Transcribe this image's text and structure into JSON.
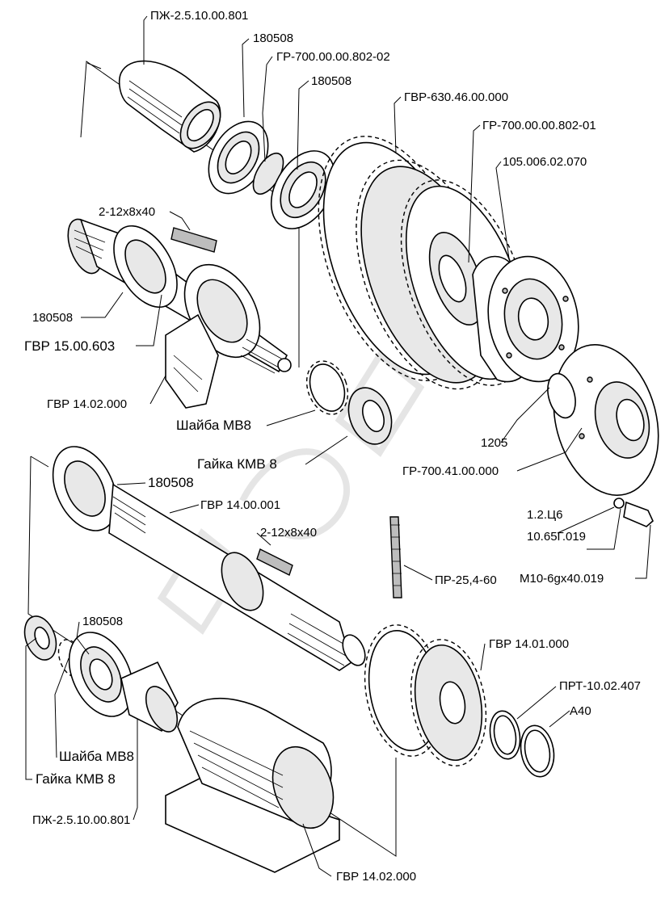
{
  "labels": {
    "l01": "ПЖ-2.5.10.00.801",
    "l02": "180508",
    "l03": "ГР-700.00.00.802-02",
    "l04": "180508",
    "l05": "ГВР-630.46.00.000",
    "l06": "ГР-700.00.00.802-01",
    "l07": "105.006.02.070",
    "l08": "2-12x8x40",
    "l09": "180508",
    "l10": "ГВР 15.00.603",
    "l11": "ГВР 14.02.000",
    "l12": "Шайба МВ8",
    "l13": "Гайка КМВ 8",
    "l14": "1205",
    "l15": "ГР-700.41.00.000",
    "l16": "180508",
    "l17": "ГВР 14.00.001",
    "l18": "2-12x8x40",
    "l19": "1.2.Ц6",
    "l20": "10.65Г.019",
    "l21": "ПР-25,4-60",
    "l22": "М10-6gx40.019",
    "l23": "180508",
    "l24": "ГВР 14.01.000",
    "l25": "ПРТ-10.02.407",
    "l26": "А40",
    "l27": "Шайба МВ8",
    "l28": "Гайка КМВ 8",
    "l29": "ПЖ-2.5.10.00.801",
    "l30": "ГВР 14.02.000"
  }
}
